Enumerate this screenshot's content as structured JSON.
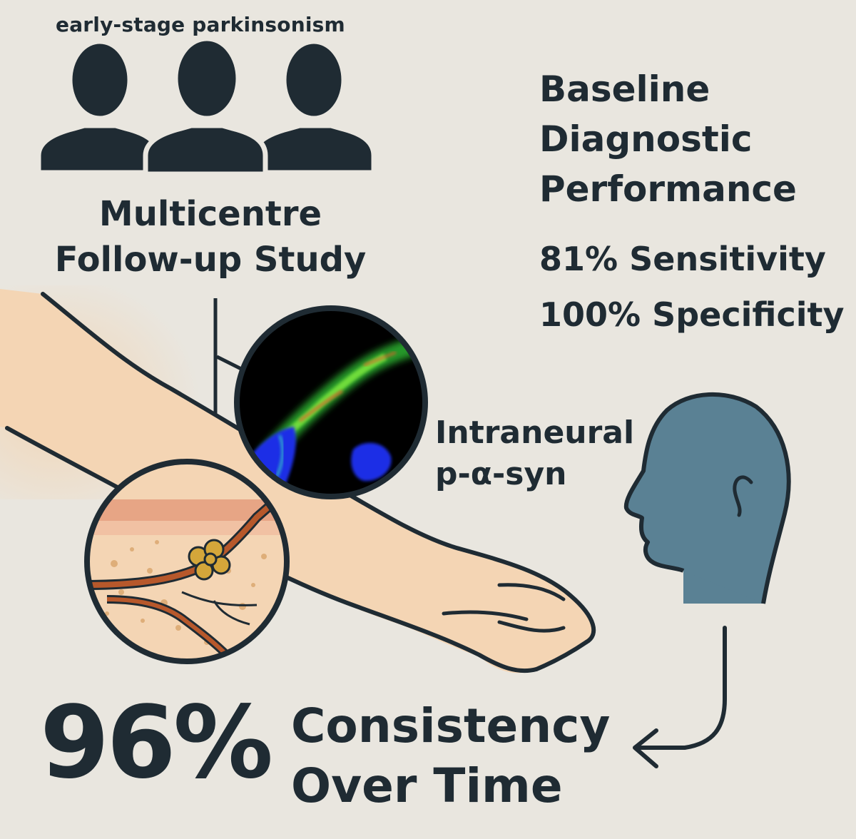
{
  "top_label": "early-stage parkinsonism",
  "study": {
    "line1": "Multicentre",
    "line2": "Follow-up Study"
  },
  "baseline": {
    "line1": "Baseline",
    "line2": "Diagnostic",
    "line3": "Performance",
    "sensitivity": "81% Sensitivity",
    "specificity": "100% Specificity"
  },
  "marker": {
    "line1": "Intraneural",
    "line2": "p-α-syn"
  },
  "outcome": {
    "percent": "96%",
    "line1": "Consistency",
    "line2": "Over Time"
  },
  "colors": {
    "background": "#e9e6df",
    "text": "#1f2b33",
    "skin": "#f4d5b4",
    "head": "#5a8194",
    "nerve": "#b7582b",
    "aggregate": "#d4a63a",
    "micrograph_bg": "#000000"
  },
  "icons": [
    "people-icon",
    "arm-icon",
    "skin-magnifier-icon",
    "micrograph-icon",
    "head-profile-icon",
    "curved-arrow-icon"
  ]
}
